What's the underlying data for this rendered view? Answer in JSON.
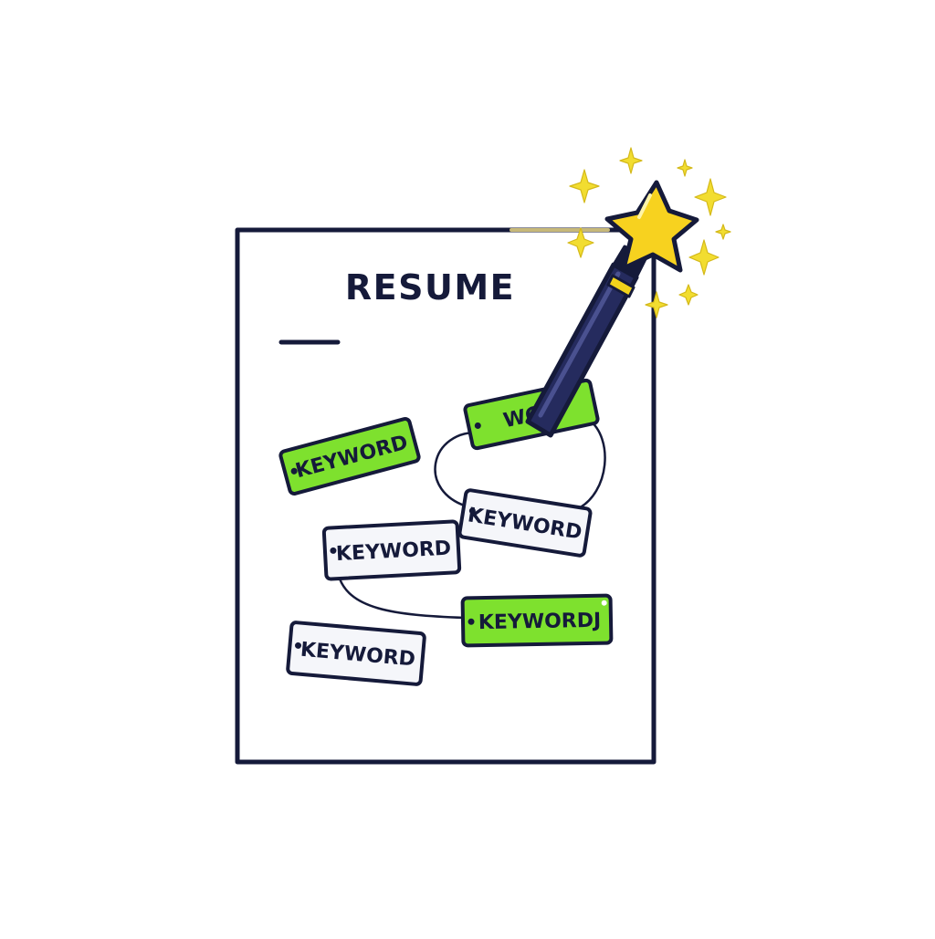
{
  "document": {
    "title": "RESUME"
  },
  "tags": [
    {
      "label": "KEYWORD",
      "style": "green"
    },
    {
      "label": "WGP",
      "style": "green",
      "partial": true
    },
    {
      "label": "KEYWORD",
      "style": "white"
    },
    {
      "label": "KEYWORD",
      "style": "white"
    },
    {
      "label": "KEYWORDJ",
      "style": "green"
    },
    {
      "label": "KEYWORD",
      "style": "white"
    }
  ],
  "colors": {
    "ink": "#151a3a",
    "green": "#7ee12e",
    "tag_white": "#f5f6fa",
    "star": "#f7d21f",
    "sparkle": "#f2dd30",
    "wand_band": "#f1d21b"
  },
  "icons": {
    "wand": "magic-wand-icon",
    "star": "star-icon",
    "sparkle": "sparkle-icon"
  }
}
